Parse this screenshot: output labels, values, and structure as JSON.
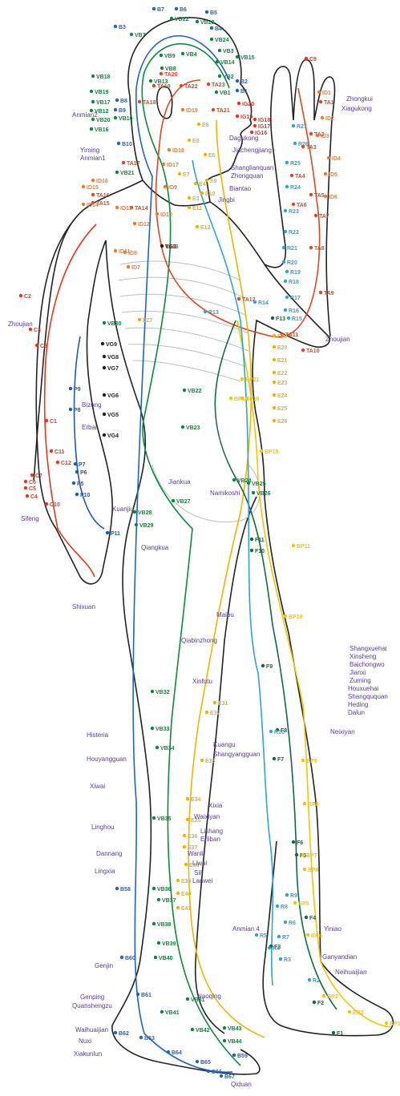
{
  "colors": {
    "gallbladder": "#0a8a3a",
    "bladder": "#1e63c8",
    "triple_burner": "#e2461f",
    "small_intestine": "#f07a2a",
    "stomach": "#f0b400",
    "spleen": "#f3c400",
    "liver": "#0f6b3b",
    "kidney": "#2aa5d6",
    "lung": "#1c5bb5",
    "large_intestine": "#e8351d",
    "extra": "#5a3a9a",
    "outline": "#222222"
  },
  "head_labels": [
    {
      "text": "VB18",
      "color": "#0a8a3a"
    },
    {
      "text": "VB17",
      "color": "#0a8a3a"
    },
    {
      "text": "VB12",
      "color": "#0a8a3a"
    },
    {
      "text": "VB20",
      "color": "#0a8a3a"
    },
    {
      "text": "VB16",
      "color": "#0a8a3a"
    },
    {
      "text": "VB19",
      "color": "#0a8a3a"
    },
    {
      "text": "VB10",
      "color": "#0a8a3a"
    },
    {
      "text": "VB9",
      "color": "#0a8a3a"
    },
    {
      "text": "VB4",
      "color": "#0a8a3a"
    },
    {
      "text": "VB3",
      "color": "#0a8a3a"
    },
    {
      "text": "VB1",
      "color": "#0a8a3a"
    },
    {
      "text": "VB13",
      "color": "#0a8a3a"
    },
    {
      "text": "VB14",
      "color": "#0a8a3a"
    },
    {
      "text": "VB15",
      "color": "#0a8a3a"
    },
    {
      "text": "VB2",
      "color": "#0a8a3a"
    },
    {
      "text": "VB21",
      "color": "#0a8a3a"
    },
    {
      "text": "VB22",
      "color": "#0a8a3a"
    },
    {
      "text": "VB23",
      "color": "#0a8a3a"
    },
    {
      "text": "VB24",
      "color": "#0a8a3a"
    },
    {
      "text": "VB8",
      "color": "#0a8a3a"
    },
    {
      "text": "VB7",
      "color": "#0a8a3a"
    },
    {
      "text": "B7",
      "color": "#1e63c8"
    },
    {
      "text": "B6",
      "color": "#1e63c8"
    },
    {
      "text": "B5",
      "color": "#1e63c8"
    },
    {
      "text": "B4",
      "color": "#1e63c8"
    },
    {
      "text": "B3",
      "color": "#1e63c8"
    },
    {
      "text": "B8",
      "color": "#1e63c8"
    },
    {
      "text": "B9",
      "color": "#1e63c8"
    },
    {
      "text": "B10",
      "color": "#1e63c8"
    },
    {
      "text": "B2",
      "color": "#1e63c8"
    },
    {
      "text": "B1",
      "color": "#1e63c8"
    },
    {
      "text": "TA20",
      "color": "#e2461f"
    },
    {
      "text": "TA19",
      "color": "#e2461f"
    },
    {
      "text": "TA18",
      "color": "#e2461f"
    },
    {
      "text": "TA17",
      "color": "#e2461f"
    },
    {
      "text": "TA16",
      "color": "#e2461f"
    },
    {
      "text": "TA15",
      "color": "#e2461f"
    },
    {
      "text": "TA14",
      "color": "#e2461f"
    },
    {
      "text": "TA22",
      "color": "#e2461f"
    },
    {
      "text": "TA23",
      "color": "#e2461f"
    },
    {
      "text": "TA21",
      "color": "#e2461f"
    },
    {
      "text": "ID19",
      "color": "#f07a2a"
    },
    {
      "text": "ID18",
      "color": "#f07a2a"
    },
    {
      "text": "ID17",
      "color": "#f07a2a"
    },
    {
      "text": "ID16",
      "color": "#f07a2a"
    },
    {
      "text": "ID15",
      "color": "#f07a2a"
    },
    {
      "text": "ID14",
      "color": "#f07a2a"
    },
    {
      "text": "ID13",
      "color": "#f07a2a"
    },
    {
      "text": "ID12",
      "color": "#f07a2a"
    },
    {
      "text": "ID11",
      "color": "#f07a2a"
    },
    {
      "text": "ID10",
      "color": "#f07a2a"
    },
    {
      "text": "ID9",
      "color": "#f07a2a"
    },
    {
      "text": "E8",
      "color": "#f0b400"
    },
    {
      "text": "E7",
      "color": "#f0b400"
    },
    {
      "text": "E6",
      "color": "#f0b400"
    },
    {
      "text": "E5",
      "color": "#f0b400"
    },
    {
      "text": "E4",
      "color": "#f0b400"
    },
    {
      "text": "E3",
      "color": "#f0b400"
    },
    {
      "text": "E9",
      "color": "#f0b400"
    },
    {
      "text": "E10",
      "color": "#f0b400"
    },
    {
      "text": "E11",
      "color": "#f0b400"
    },
    {
      "text": "E12",
      "color": "#f0b400"
    },
    {
      "text": "IG20",
      "color": "#e8351d"
    },
    {
      "text": "IG19",
      "color": "#e8351d"
    },
    {
      "text": "IG18",
      "color": "#e8351d"
    },
    {
      "text": "IG17",
      "color": "#e8351d"
    },
    {
      "text": "IG16",
      "color": "#e8351d"
    }
  ],
  "extra_points": [
    {
      "text": "Anmian2"
    },
    {
      "text": "Yiming"
    },
    {
      "text": "Anmian1"
    },
    {
      "text": "Dagukong"
    },
    {
      "text": "Jiachengjiang"
    },
    {
      "text": "Shanglianquan"
    },
    {
      "text": "Zhongquan"
    },
    {
      "text": "Biantao"
    },
    {
      "text": "Jingbi"
    },
    {
      "text": "Zhongkui"
    },
    {
      "text": "Xiagukong"
    },
    {
      "text": "Zhoujian"
    },
    {
      "text": "Zhoujian"
    },
    {
      "text": "Bizong"
    },
    {
      "text": "Erbai"
    },
    {
      "text": "Sifeng"
    },
    {
      "text": "Shixuan"
    },
    {
      "text": "Jiankua"
    },
    {
      "text": "Namikoshi"
    },
    {
      "text": "Kuanjiu"
    },
    {
      "text": "Qiangkua"
    },
    {
      "text": "Maibu"
    },
    {
      "text": "Qiabinzhong"
    },
    {
      "text": "Xinfutu"
    },
    {
      "text": "Shangxuehai"
    },
    {
      "text": "Xinsheng"
    },
    {
      "text": "Baichongwo"
    },
    {
      "text": "Jianxi"
    },
    {
      "text": "Zuming"
    },
    {
      "text": "Houxuehai"
    },
    {
      "text": "Shangququan"
    },
    {
      "text": "Heding"
    },
    {
      "text": "Dalun"
    },
    {
      "text": "Neixiyan"
    },
    {
      "text": "Histeria"
    },
    {
      "text": "Kuangu"
    },
    {
      "text": "Houyangguan"
    },
    {
      "text": "Shangyangguan"
    },
    {
      "text": "Xiwai"
    },
    {
      "text": "Xixia"
    },
    {
      "text": "Waixiyan"
    },
    {
      "text": "Linghou"
    },
    {
      "text": "Lishang"
    },
    {
      "text": "Erliban"
    },
    {
      "text": "Dannang"
    },
    {
      "text": "Wanli"
    },
    {
      "text": "Liwai"
    },
    {
      "text": "Lingxia"
    },
    {
      "text": "Sili"
    },
    {
      "text": "Lanwei"
    },
    {
      "text": "Anmian 4"
    },
    {
      "text": "Yiniao"
    },
    {
      "text": "Ganyandian"
    },
    {
      "text": "Neihuaijian"
    },
    {
      "text": "Genjin"
    },
    {
      "text": "Genping"
    },
    {
      "text": "Quanshengzu"
    },
    {
      "text": "Waihuaijian"
    },
    {
      "text": "Naoqing"
    },
    {
      "text": "Nuxi"
    },
    {
      "text": "Xiakunlun"
    },
    {
      "text": "Qiduan"
    }
  ],
  "body_labels": [
    {
      "text": "TA13",
      "color": "#e2461f"
    },
    {
      "text": "TA12",
      "color": "#e2461f"
    },
    {
      "text": "TA11",
      "color": "#e2461f"
    },
    {
      "text": "TA10",
      "color": "#e2461f"
    },
    {
      "text": "TA9",
      "color": "#e2461f"
    },
    {
      "text": "TA8",
      "color": "#e2461f"
    },
    {
      "text": "TA7",
      "color": "#e2461f"
    },
    {
      "text": "TA6",
      "color": "#e2461f"
    },
    {
      "text": "TA5",
      "color": "#e2461f"
    },
    {
      "text": "TA4",
      "color": "#e2461f"
    },
    {
      "text": "TA3",
      "color": "#e2461f"
    },
    {
      "text": "TA2",
      "color": "#e2461f"
    },
    {
      "text": "TA1",
      "color": "#e2461f"
    },
    {
      "text": "ID8",
      "color": "#f07a2a"
    },
    {
      "text": "ID7",
      "color": "#f07a2a"
    },
    {
      "text": "ID6",
      "color": "#f07a2a"
    },
    {
      "text": "ID5",
      "color": "#f07a2a"
    },
    {
      "text": "ID4",
      "color": "#f07a2a"
    },
    {
      "text": "ID3",
      "color": "#f07a2a"
    },
    {
      "text": "ID2",
      "color": "#f07a2a"
    },
    {
      "text": "ID1",
      "color": "#f07a2a"
    },
    {
      "text": "C9",
      "color": "#e8351d"
    },
    {
      "text": "C3",
      "color": "#e8351d"
    },
    {
      "text": "C2",
      "color": "#e8351d"
    },
    {
      "text": "C8",
      "color": "#e8351d"
    },
    {
      "text": "C7",
      "color": "#e8351d"
    },
    {
      "text": "C6",
      "color": "#e8351d"
    },
    {
      "text": "C5",
      "color": "#e8351d"
    },
    {
      "text": "C4",
      "color": "#e8351d"
    },
    {
      "text": "C1",
      "color": "#e8351d"
    },
    {
      "text": "C10",
      "color": "#e8351d"
    },
    {
      "text": "C11",
      "color": "#e8351d"
    },
    {
      "text": "C12",
      "color": "#e8351d"
    },
    {
      "text": "P9",
      "color": "#1c5bb5"
    },
    {
      "text": "P8",
      "color": "#1c5bb5"
    },
    {
      "text": "P7",
      "color": "#1c5bb5"
    },
    {
      "text": "P6",
      "color": "#1c5bb5"
    },
    {
      "text": "P5",
      "color": "#1c5bb5"
    },
    {
      "text": "P10",
      "color": "#1c5bb5"
    },
    {
      "text": "P11",
      "color": "#1c5bb5"
    },
    {
      "text": "R27",
      "color": "#2aa5d6"
    },
    {
      "text": "R26",
      "color": "#2aa5d6"
    },
    {
      "text": "R25",
      "color": "#2aa5d6"
    },
    {
      "text": "R24",
      "color": "#2aa5d6"
    },
    {
      "text": "R23",
      "color": "#2aa5d6"
    },
    {
      "text": "R22",
      "color": "#2aa5d6"
    },
    {
      "text": "R21",
      "color": "#2aa5d6"
    },
    {
      "text": "R20",
      "color": "#2aa5d6"
    },
    {
      "text": "R19",
      "color": "#2aa5d6"
    },
    {
      "text": "R18",
      "color": "#2aa5d6"
    },
    {
      "text": "R17",
      "color": "#2aa5d6"
    },
    {
      "text": "R16",
      "color": "#2aa5d6"
    },
    {
      "text": "R15",
      "color": "#2aa5d6"
    },
    {
      "text": "R14",
      "color": "#2aa5d6"
    },
    {
      "text": "R13",
      "color": "#2aa5d6"
    },
    {
      "text": "BP21",
      "color": "#f3c400"
    },
    {
      "text": "BP16",
      "color": "#f3c400"
    },
    {
      "text": "BP15",
      "color": "#f3c400"
    },
    {
      "text": "BP14",
      "color": "#f3c400"
    },
    {
      "text": "F13",
      "color": "#0f6b3b"
    },
    {
      "text": "E19",
      "color": "#f0b400"
    },
    {
      "text": "E20",
      "color": "#f0b400"
    },
    {
      "text": "E21",
      "color": "#f0b400"
    },
    {
      "text": "E22",
      "color": "#f0b400"
    },
    {
      "text": "E23",
      "color": "#f0b400"
    },
    {
      "text": "E24",
      "color": "#f0b400"
    },
    {
      "text": "E25",
      "color": "#f0b400"
    },
    {
      "text": "E26",
      "color": "#f0b400"
    },
    {
      "text": "E27",
      "color": "#f0b400"
    },
    {
      "text": "VB22",
      "color": "#0a8a3a"
    },
    {
      "text": "VB23",
      "color": "#0a8a3a"
    },
    {
      "text": "VB24",
      "color": "#0a8a3a"
    },
    {
      "text": "VB25",
      "color": "#0a8a3a"
    },
    {
      "text": "VB26",
      "color": "#0a8a3a"
    },
    {
      "text": "VB27",
      "color": "#0a8a3a"
    },
    {
      "text": "VB28",
      "color": "#0a8a3a"
    },
    {
      "text": "VB29",
      "color": "#0a8a3a"
    },
    {
      "text": "VB30",
      "color": "#0a8a3a"
    },
    {
      "text": "VG9",
      "color": "#222222"
    },
    {
      "text": "VG8",
      "color": "#222222"
    },
    {
      "text": "VG7",
      "color": "#222222"
    },
    {
      "text": "VG6",
      "color": "#222222"
    },
    {
      "text": "VG5",
      "color": "#222222"
    },
    {
      "text": "VG4",
      "color": "#222222"
    },
    {
      "text": "VG3",
      "color": "#222222"
    }
  ],
  "leg_labels": [
    {
      "text": "F11",
      "color": "#0f6b3b"
    },
    {
      "text": "F10",
      "color": "#0f6b3b"
    },
    {
      "text": "F9",
      "color": "#0f6b3b"
    },
    {
      "text": "F8",
      "color": "#0f6b3b"
    },
    {
      "text": "F7",
      "color": "#0f6b3b"
    },
    {
      "text": "F6",
      "color": "#0f6b3b"
    },
    {
      "text": "F5",
      "color": "#0f6b3b"
    },
    {
      "text": "F4",
      "color": "#0f6b3b"
    },
    {
      "text": "F3",
      "color": "#0f6b3b"
    },
    {
      "text": "F2",
      "color": "#0f6b3b"
    },
    {
      "text": "F1",
      "color": "#0f6b3b"
    },
    {
      "text": "BP11",
      "color": "#f3c400"
    },
    {
      "text": "BP10",
      "color": "#f3c400"
    },
    {
      "text": "BP9",
      "color": "#f3c400"
    },
    {
      "text": "BP8",
      "color": "#f3c400"
    },
    {
      "text": "BP7",
      "color": "#f3c400"
    },
    {
      "text": "BP6",
      "color": "#f3c400"
    },
    {
      "text": "BP5",
      "color": "#f3c400"
    },
    {
      "text": "BP4",
      "color": "#f3c400"
    },
    {
      "text": "BP3",
      "color": "#f3c400"
    },
    {
      "text": "BP2",
      "color": "#f3c400"
    },
    {
      "text": "BP1",
      "color": "#f3c400"
    },
    {
      "text": "R10",
      "color": "#2aa5d6"
    },
    {
      "text": "R9",
      "color": "#2aa5d6"
    },
    {
      "text": "R8",
      "color": "#2aa5d6"
    },
    {
      "text": "R7",
      "color": "#2aa5d6"
    },
    {
      "text": "R6",
      "color": "#2aa5d6"
    },
    {
      "text": "R5",
      "color": "#2aa5d6"
    },
    {
      "text": "R4",
      "color": "#2aa5d6"
    },
    {
      "text": "R3",
      "color": "#2aa5d6"
    },
    {
      "text": "R2",
      "color": "#2aa5d6"
    },
    {
      "text": "E31",
      "color": "#f0b400"
    },
    {
      "text": "E32",
      "color": "#f0b400"
    },
    {
      "text": "E33",
      "color": "#f0b400"
    },
    {
      "text": "E34",
      "color": "#f0b400"
    },
    {
      "text": "E35",
      "color": "#f0b400"
    },
    {
      "text": "E36",
      "color": "#f0b400"
    },
    {
      "text": "E37",
      "color": "#f0b400"
    },
    {
      "text": "E38",
      "color": "#f0b400"
    },
    {
      "text": "E39",
      "color": "#f0b400"
    },
    {
      "text": "E40",
      "color": "#f0b400"
    },
    {
      "text": "E41",
      "color": "#f0b400"
    },
    {
      "text": "VB31",
      "color": "#0a8a3a"
    },
    {
      "text": "VB32",
      "color": "#0a8a3a"
    },
    {
      "text": "VB33",
      "color": "#0a8a3a"
    },
    {
      "text": "VB34",
      "color": "#0a8a3a"
    },
    {
      "text": "VB35",
      "color": "#0a8a3a"
    },
    {
      "text": "VB36",
      "color": "#0a8a3a"
    },
    {
      "text": "VB37",
      "color": "#0a8a3a"
    },
    {
      "text": "VB38",
      "color": "#0a8a3a"
    },
    {
      "text": "VB39",
      "color": "#0a8a3a"
    },
    {
      "text": "VB40",
      "color": "#0a8a3a"
    },
    {
      "text": "VB41",
      "color": "#0a8a3a"
    },
    {
      "text": "VB42",
      "color": "#0a8a3a"
    },
    {
      "text": "VB43",
      "color": "#0a8a3a"
    },
    {
      "text": "VB44",
      "color": "#0a8a3a"
    },
    {
      "text": "B59",
      "color": "#1e63c8"
    },
    {
      "text": "B58",
      "color": "#1e63c8"
    },
    {
      "text": "B60",
      "color": "#1e63c8"
    },
    {
      "text": "B61",
      "color": "#1e63c8"
    },
    {
      "text": "B62",
      "color": "#1e63c8"
    },
    {
      "text": "B63",
      "color": "#1e63c8"
    },
    {
      "text": "B64",
      "color": "#1e63c8"
    },
    {
      "text": "B65",
      "color": "#1e63c8"
    },
    {
      "text": "B66",
      "color": "#1e63c8"
    },
    {
      "text": "B67",
      "color": "#1e63c8"
    }
  ]
}
